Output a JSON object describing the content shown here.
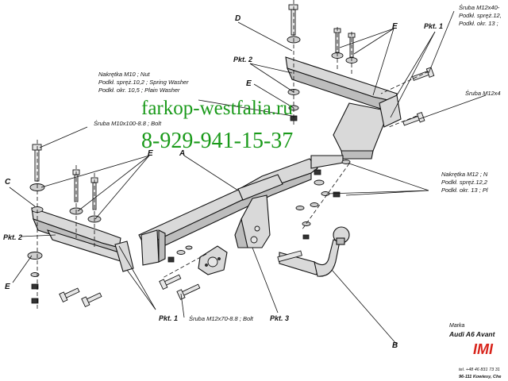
{
  "watermark": {
    "site": "farkop-westfalia.ru",
    "phone": "8-929-941-15-37",
    "color": "#1a9a1a"
  },
  "labels": {
    "D": "D",
    "E": "E",
    "A": "A",
    "B": "B",
    "C": "C",
    "pkt1": "Pkt. 1",
    "pkt2": "Pkt. 2",
    "pkt3": "Pkt. 3"
  },
  "callouts": {
    "top_right_bolt": "Śruba M12x40-",
    "top_right_washer1": "Podkł. spręż.12,",
    "top_right_washer2": "Podkł. okr. 13 ;",
    "right_bolt_m12x4": "Śruba M12x4",
    "nut_m10_line1": "Nakrętka  M10 ; Nut",
    "nut_m10_line2": "Podkł. spręż.10,2 ; Spring Washer",
    "nut_m10_line3": "Podkł. okr. 10,5 ; Plain Washer",
    "bolt_m10": "Śruba M10x100-8.8 ;  Bolt",
    "nut_m12_line1": "Nakrętka  M12 ; N",
    "nut_m12_line2": "Podkł. spręż.12,2",
    "nut_m12_line3": "Podkł. okr. 13 ; Pl",
    "bolt_m12x70": "Śruba M12x70-8.8 ;  Bolt"
  },
  "titleblock": {
    "marka_label": "Marka",
    "model": "Audi A6 Avant",
    "logo": "IMI",
    "phone": "tel. +48 46 831 73 31",
    "address": "96-111 Kowiesy, Che"
  },
  "colors": {
    "logo_red": "#d8231a",
    "line": "#111111"
  }
}
